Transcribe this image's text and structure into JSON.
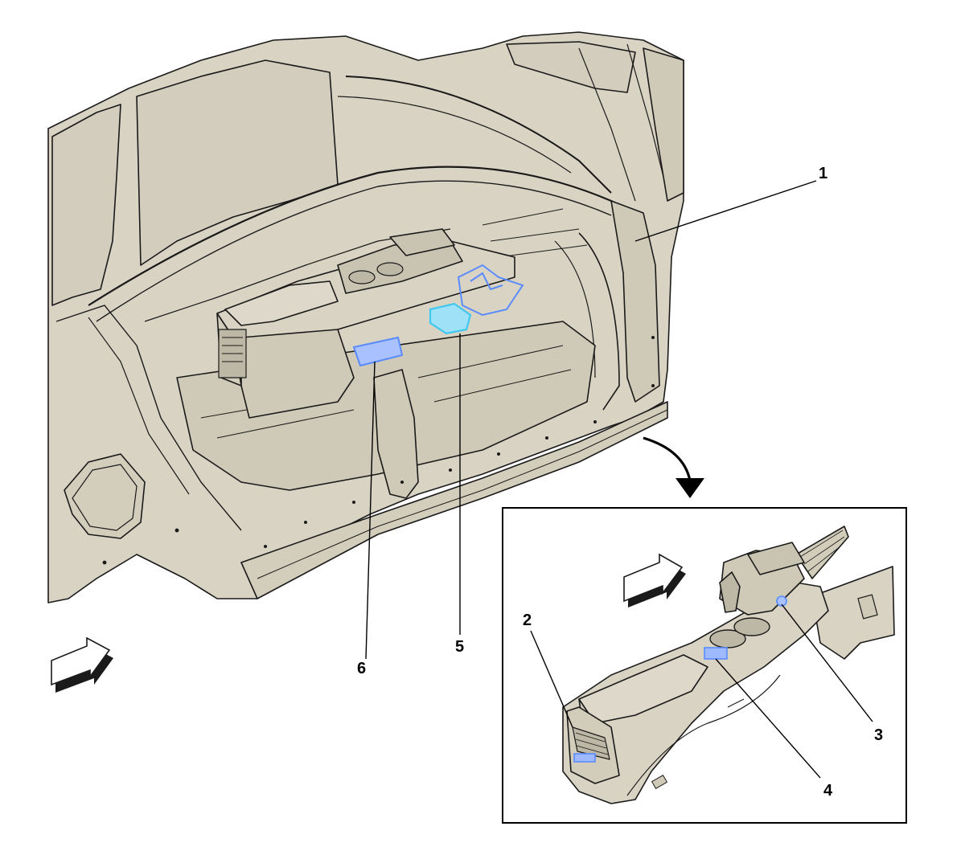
{
  "callouts": {
    "c1": "1",
    "c2": "2",
    "c3": "3",
    "c4": "4",
    "c5": "5",
    "c6": "6"
  },
  "colors": {
    "body_fill": "#d8d3c3",
    "body_fill_dark": "#c9c3b1",
    "outline": "#1a1a1a",
    "highlight_blue": "#5a8bff",
    "highlight_cyan": "#3fc8f0",
    "background": "#ffffff"
  },
  "icons": {
    "front_arrow": "direction-arrow-icon",
    "detail_pointer": "curved-arrow-icon"
  }
}
